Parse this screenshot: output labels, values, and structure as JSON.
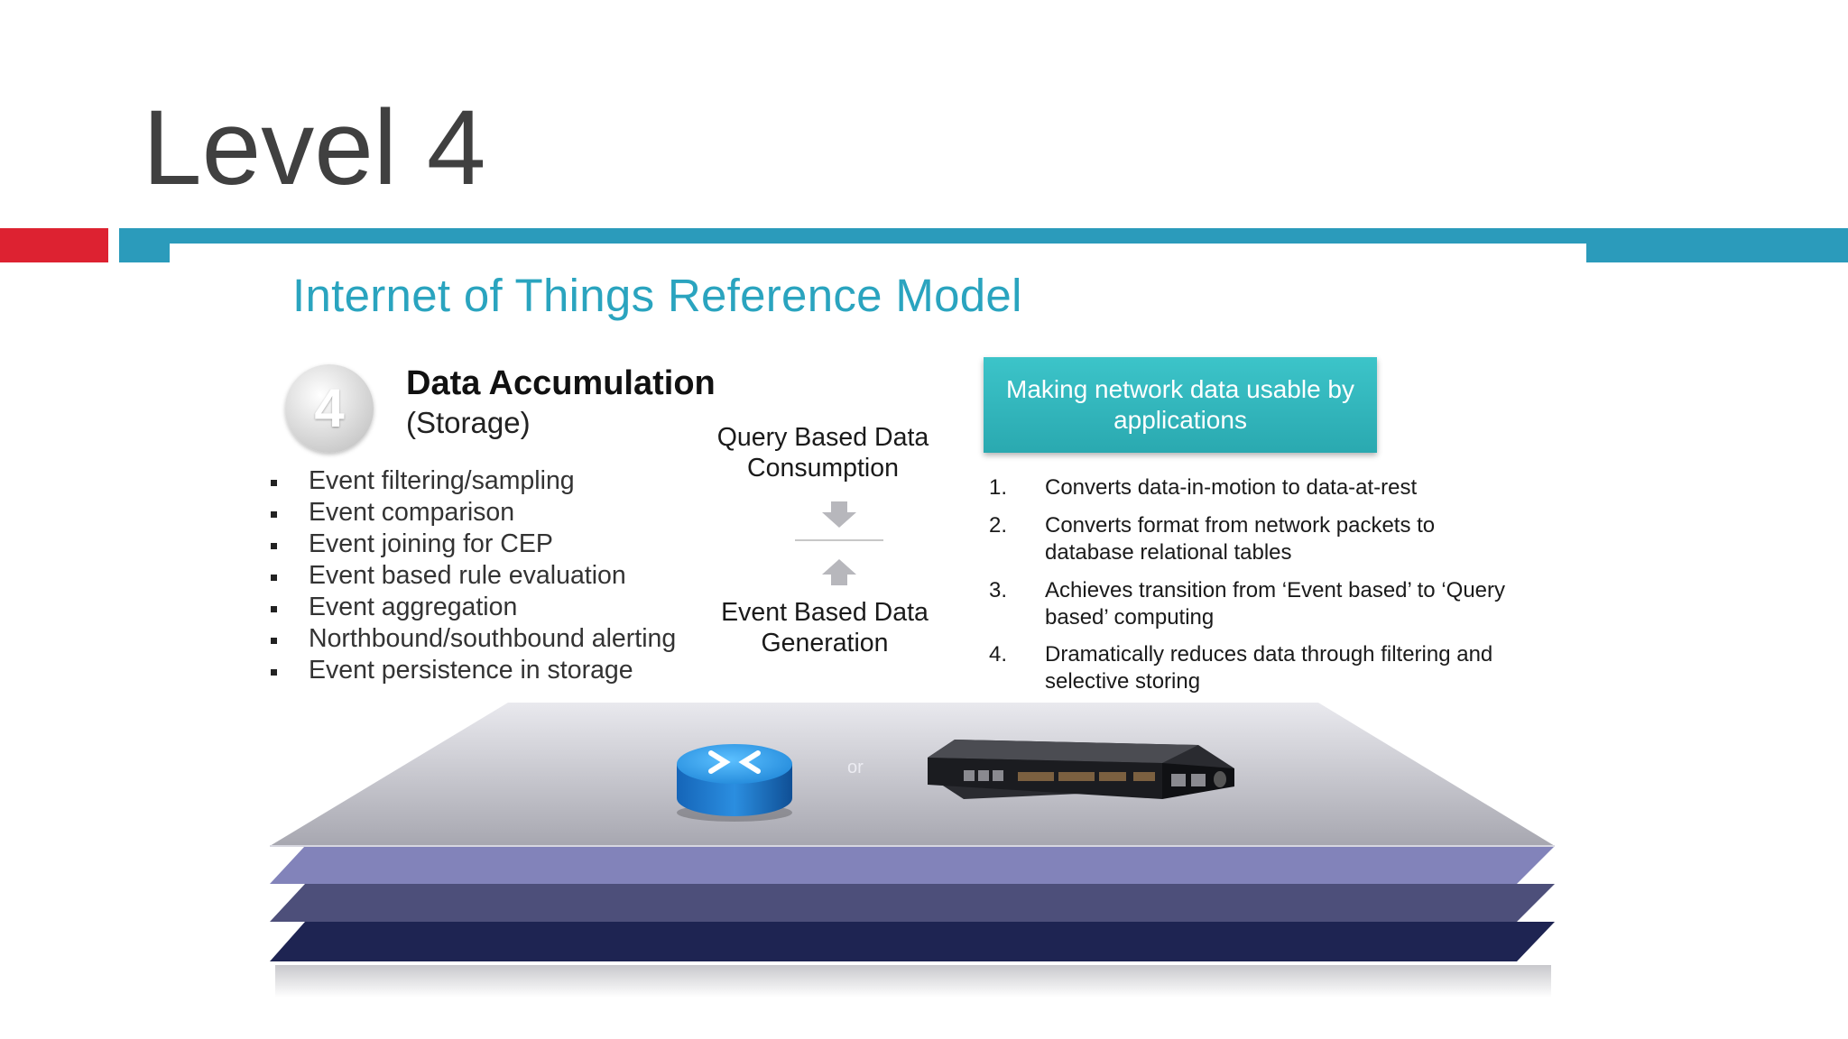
{
  "slide": {
    "title": "Level 4"
  },
  "figure": {
    "title": "Internet of Things Reference Model",
    "layer": {
      "number": "4",
      "name": "Data Accumulation",
      "subtitle": "(Storage)"
    },
    "functions": [
      "Event filtering/sampling",
      "Event comparison",
      "Event joining for CEP",
      "Event based rule evaluation",
      "Event aggregation",
      "Northbound/southbound alerting",
      "Event persistence in storage"
    ],
    "flow": {
      "top": "Query Based Data Consumption",
      "bottom": "Event Based Data Generation"
    },
    "purpose": "Making network data usable by applications",
    "roles": [
      {
        "num": "1.",
        "text": "Converts data-in-motion to data-at-rest"
      },
      {
        "num": "2.",
        "text": "Converts format from network packets to database relational tables"
      },
      {
        "num": "3.",
        "text": "Achieves transition from ‘Event based’ to ‘Query based’ computing"
      },
      {
        "num": "4.",
        "text": "Dramatically reduces data through filtering and  selective storing"
      }
    ],
    "platform": {
      "separator": "or"
    },
    "icons": [
      "router-icon",
      "network-switch-icon",
      "arrow-down-icon",
      "arrow-up-icon"
    ],
    "colors": {
      "title_teal": "#2aa4bf",
      "accent_red": "#dd2231",
      "band_teal": "#2b9bbb",
      "box_teal": "#35b9c0",
      "layer_dark": "#1e2452"
    }
  }
}
